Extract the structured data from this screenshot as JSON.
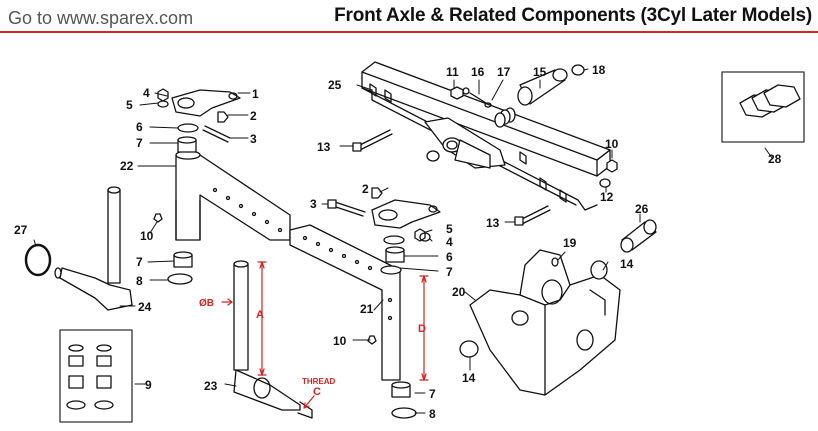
{
  "header": {
    "website": "Go to www.sparex.com",
    "title": "Front Axle & Related Components (3Cyl Later Models)"
  },
  "callouts": {
    "n1": "1",
    "n2a": "2",
    "n2b": "2",
    "n3a": "3",
    "n3b": "3",
    "n4a": "4",
    "n4b": "4",
    "n5a": "5",
    "n5b": "5",
    "n6a": "6",
    "n6b": "6",
    "n7a": "7",
    "n7b": "7",
    "n7c": "7",
    "n7d": "7",
    "n8a": "8",
    "n8b": "8",
    "n9": "9",
    "n10a": "10",
    "n10b": "10",
    "n10c": "10",
    "n11": "11",
    "n12": "12",
    "n13a": "13",
    "n13b": "13",
    "n14a": "14",
    "n14b": "14",
    "n15": "15",
    "n16": "16",
    "n17": "17",
    "n18": "18",
    "n19": "19",
    "n20": "20",
    "n21": "21",
    "n22": "22",
    "n23": "23",
    "n24": "24",
    "n25": "25",
    "n26": "26",
    "n27": "27",
    "n28": "28"
  },
  "dimensions": {
    "a": "A",
    "b": "ØB",
    "c": "C",
    "thread": "THREAD",
    "d": "D"
  },
  "colors": {
    "accent": "#d22222",
    "line": "#111111"
  }
}
